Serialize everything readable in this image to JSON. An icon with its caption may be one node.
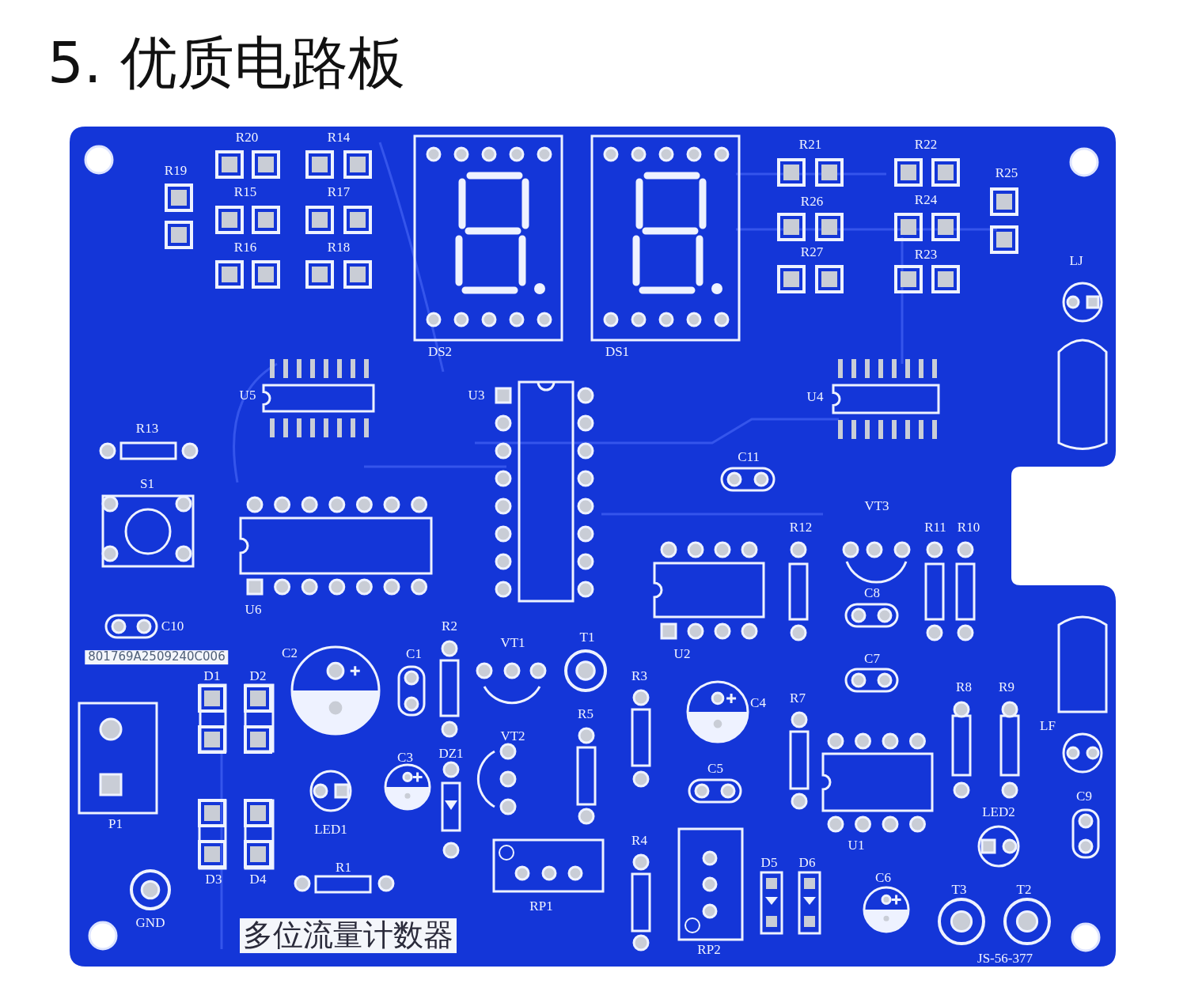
{
  "diagram": {
    "title": "5. 优质电路板",
    "labels": [
      "R20",
      "R14",
      "R19",
      "R15",
      "R17",
      "R16",
      "R18",
      "DS2",
      "DS1",
      "R21",
      "R22",
      "R25",
      "R26",
      "R24",
      "R27",
      "R23",
      "LJ",
      "U5",
      "U3",
      "U4",
      "R13",
      "S1",
      "C11",
      "VT3",
      "R12",
      "R11",
      "R10",
      "C8",
      "U6",
      "C10",
      "R2",
      "T1",
      "VT1",
      "801769A2509240C006",
      "C2",
      "C1",
      "U2",
      "C7",
      "D1",
      "D2",
      "R3",
      "R8",
      "R9",
      "R7",
      "C4",
      "R5",
      "LF",
      "VT2",
      "DZ1",
      "C3",
      "C5",
      "C9",
      "LED2",
      "P1",
      "LED1",
      "R4",
      "U1",
      "D3",
      "D4",
      "R1",
      "D5",
      "D6",
      "C6",
      "T3",
      "T2",
      "RP1",
      "GND",
      "多位流量计数器",
      "RP2",
      "JS-56-377"
    ]
  }
}
